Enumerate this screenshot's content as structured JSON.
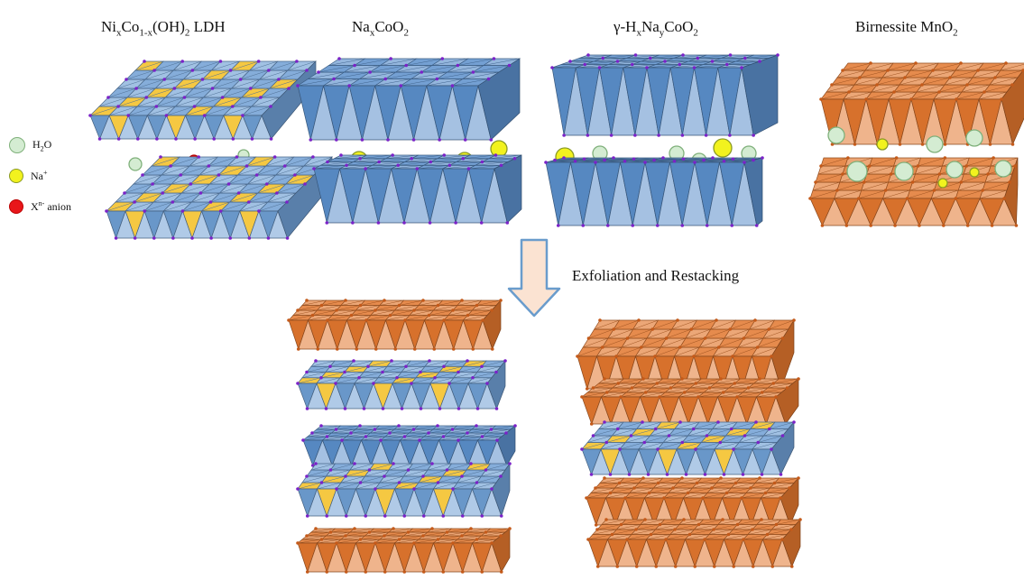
{
  "titles": {
    "ldh": {
      "main": "Ni",
      "s1": "x",
      "m2": "Co",
      "s2": "1-x",
      "m3": "(OH)",
      "s3": "2",
      "m4": " LDH"
    },
    "naco": {
      "main": "Na",
      "s1": "x",
      "m2": "CoO",
      "s2": "2"
    },
    "gamma": {
      "main": "γ-H",
      "s1": "x",
      "m2": "Na",
      "s2": "y",
      "m3": "CoO",
      "s3": "2"
    },
    "birnessite": {
      "main": "Birnessite MnO",
      "s1": "2"
    }
  },
  "legend": {
    "water": {
      "main": "H",
      "sub": "2",
      "tail": "O"
    },
    "sodium": {
      "main": "Na",
      "sup": "+"
    },
    "anion": {
      "main": "X",
      "sup": "n-",
      "tail": " anion"
    }
  },
  "process_label": "Exfoliation and Restacking",
  "colors": {
    "ldh_blue": "#6f9fd4",
    "ldh_yellow": "#f5c842",
    "cobalt_blue": "#5b8fcb",
    "mn_orange": "#e2772e",
    "mn_light": "#f6c7a4",
    "vertex_purple": "#7b22c8",
    "water_green": "#d4ecd2",
    "sodium_yellow": "#f2f21e",
    "anion_red": "#e8161a",
    "arrow_fill": "#fbe3d2",
    "arrow_stroke": "#6a9ccc"
  }
}
